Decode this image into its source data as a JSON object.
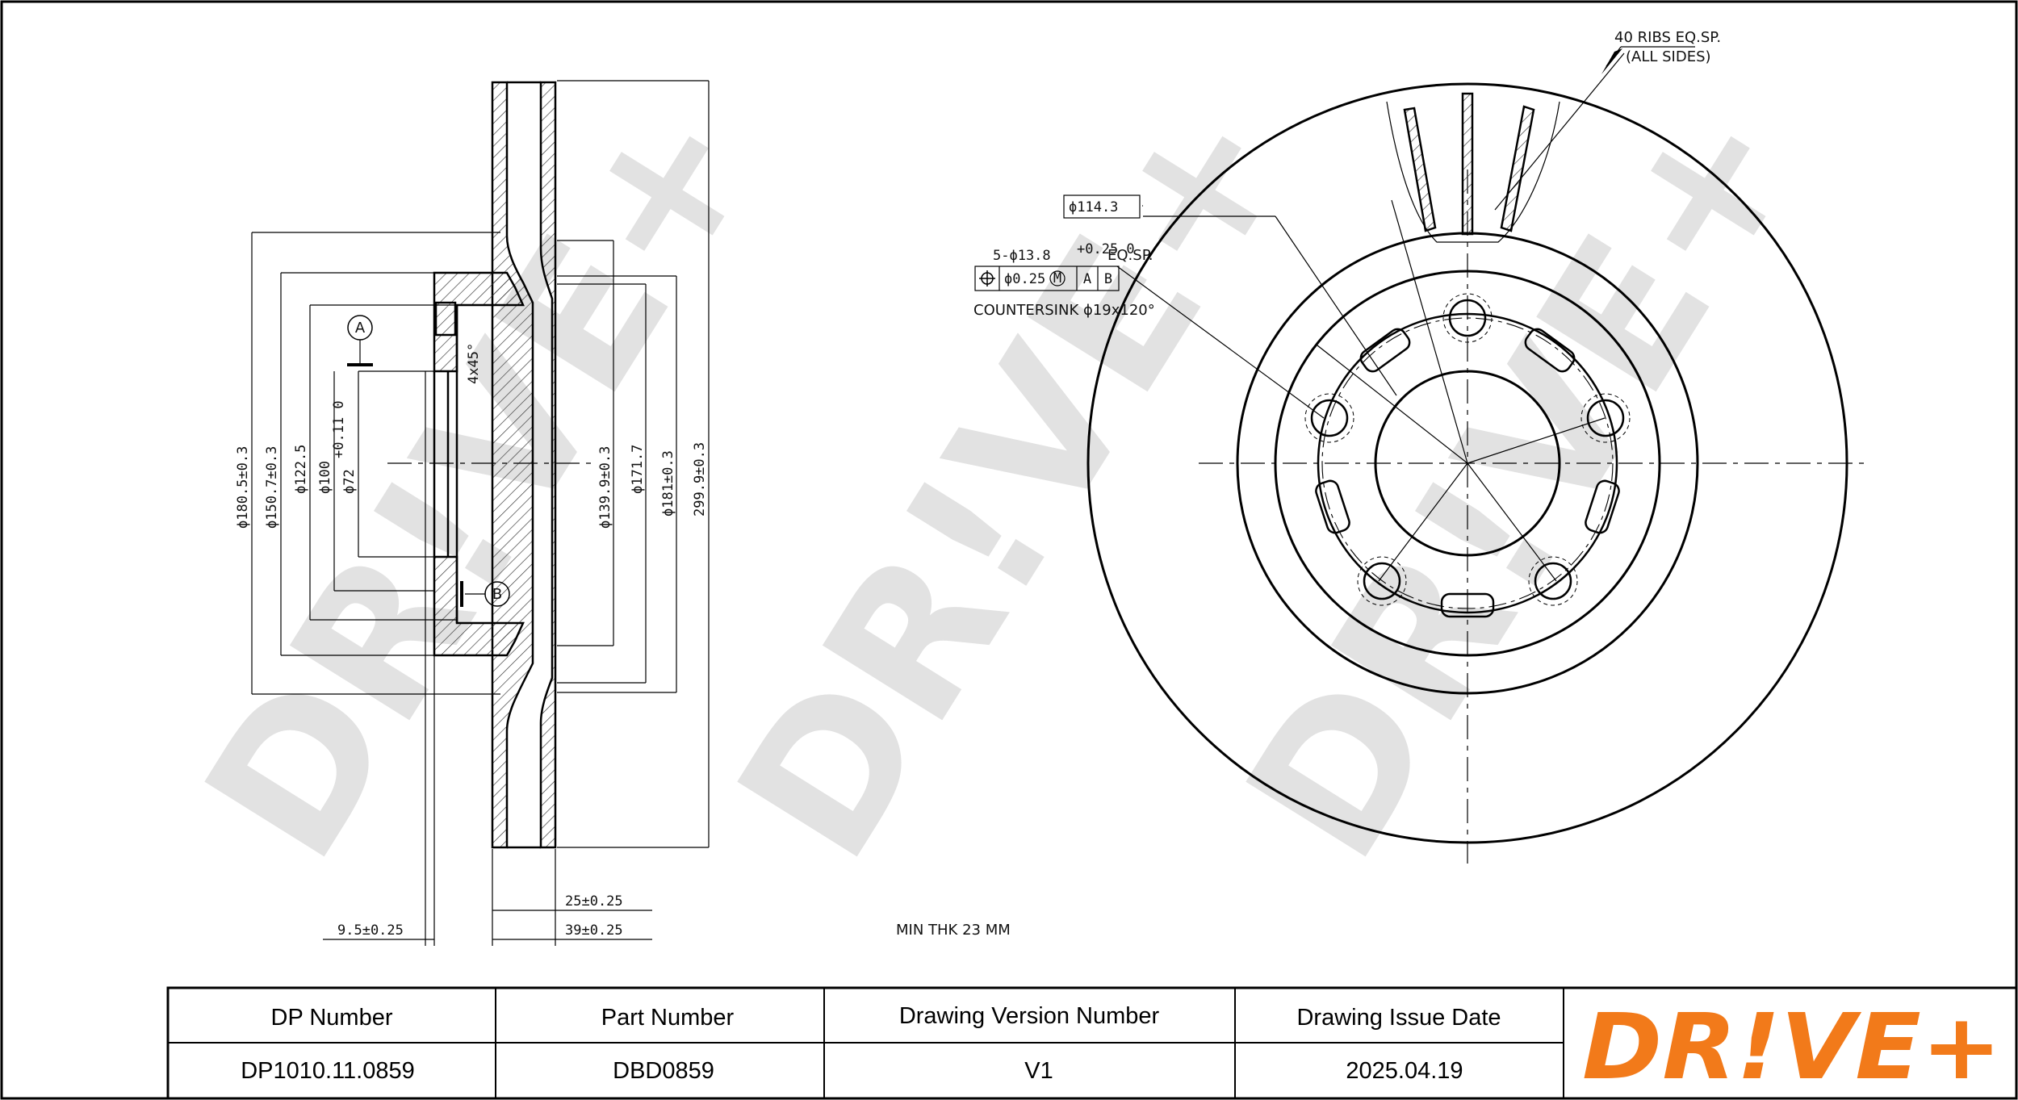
{
  "watermark": "DR!VE+",
  "logo": {
    "text": "DR!VE+",
    "color": "#f27a1a"
  },
  "side_view": {
    "datum_a": "A",
    "datum_b": "B",
    "chamfer": "4x45°",
    "dims_left": [
      "ϕ180.5±0.3",
      "ϕ150.7±0.3",
      "ϕ122.5",
      "ϕ100",
      "ϕ72"
    ],
    "bore_tolerance": "+0.11 0",
    "dims_right": [
      "ϕ139.9±0.3",
      "ϕ171.7",
      "ϕ181±0.3",
      "299.9±0.3"
    ],
    "dims_bottom": [
      "25±0.25",
      "39±0.25",
      "9.5±0.25"
    ]
  },
  "front_view": {
    "ribs_note_line1": "40 RIBS EQ.SP.",
    "ribs_note_line2": "(ALL SIDES)",
    "pcd": "ϕ114.3",
    "holes_main": "5-ϕ13.8",
    "holes_tol": "+0.25 0",
    "holes_suffix": "EQ.SP.",
    "position_tol": "ϕ0.25",
    "modifier": "M",
    "datum_a": "A",
    "datum_b": "B",
    "countersink": "COUNTERSINK ϕ19x120°"
  },
  "min_thk": "MIN THK 23 MM",
  "table": {
    "headers": [
      "DP Number",
      "Part Number",
      "Drawing Version Number",
      "Drawing Issue Date"
    ],
    "values": [
      "DP1010.11.0859",
      "DBD0859",
      "V1",
      "2025.04.19"
    ]
  }
}
